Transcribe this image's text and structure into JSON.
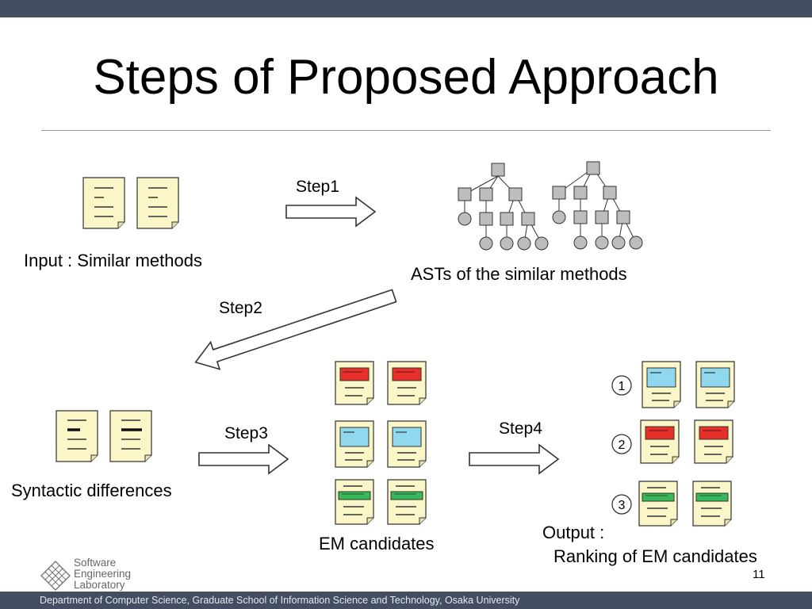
{
  "slide": {
    "title": "Steps of Proposed Approach",
    "page_number": "11"
  },
  "labels": {
    "input": "Input : Similar methods",
    "asts": "ASTs of the similar methods",
    "syntactic": "Syntactic differences",
    "em_candidates": "EM candidates",
    "output_line1": "Output :",
    "output_line2": "Ranking of  EM candidates"
  },
  "steps": {
    "step1": "Step1",
    "step2": "Step2",
    "step3": "Step3",
    "step4": "Step4"
  },
  "ranking": [
    "1",
    "2",
    "3"
  ],
  "logo": {
    "line1": "Software",
    "line2": "Engineering",
    "line3": "Laboratory"
  },
  "footer": {
    "text": "Department of Computer Science, Graduate School of Information Science and Technology, Osaka University"
  },
  "colors": {
    "bar": "#444e60",
    "doc_fill": "#fbf6c7",
    "highlight_red": "#e8302a",
    "highlight_blue": "#90d8ee",
    "highlight_green": "#38b85a",
    "node_gray": "#bdbdbd"
  }
}
